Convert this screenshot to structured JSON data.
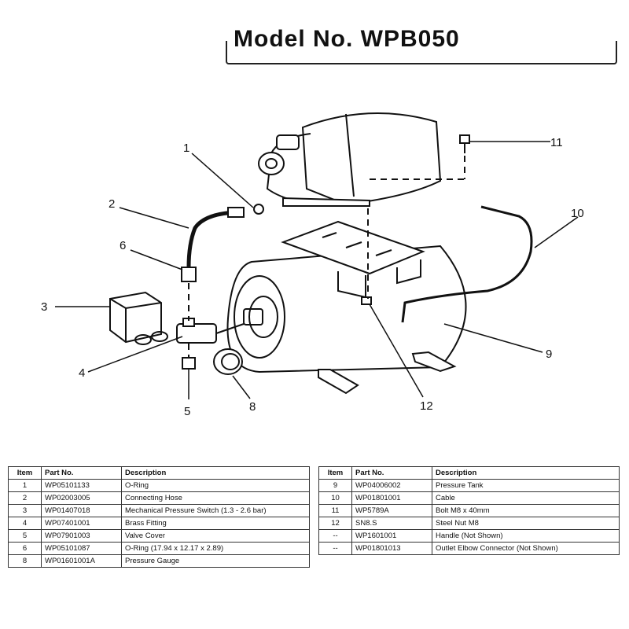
{
  "header": {
    "title": "Model No. WPB050"
  },
  "callouts": [
    "1",
    "2",
    "3",
    "4",
    "5",
    "6",
    "8",
    "9",
    "10",
    "11",
    "12"
  ],
  "table_headers": {
    "item": "Item",
    "part_no": "Part No.",
    "description": "Description"
  },
  "parts_left": [
    {
      "item": "1",
      "part_no": "WP05101133",
      "description": "O-Ring"
    },
    {
      "item": "2",
      "part_no": "WP02003005",
      "description": "Connecting Hose"
    },
    {
      "item": "3",
      "part_no": "WP01407018",
      "description": "Mechanical Pressure Switch (1.3 - 2.6 bar)"
    },
    {
      "item": "4",
      "part_no": "WP07401001",
      "description": "Brass Fitting"
    },
    {
      "item": "5",
      "part_no": "WP07901003",
      "description": "Valve Cover"
    },
    {
      "item": "6",
      "part_no": "WP05101087",
      "description": "O-Ring (17.94 x 12.17 x 2.89)"
    },
    {
      "item": "8",
      "part_no": "WP01601001A",
      "description": "Pressure Gauge"
    }
  ],
  "parts_right": [
    {
      "item": "9",
      "part_no": "WP04006002",
      "description": "Pressure Tank"
    },
    {
      "item": "10",
      "part_no": "WP01801001",
      "description": "Cable"
    },
    {
      "item": "11",
      "part_no": "WP5789A",
      "description": "Bolt M8 x 40mm"
    },
    {
      "item": "12",
      "part_no": "SN8.S",
      "description": "Steel Nut M8"
    },
    {
      "item": "--",
      "part_no": "WP1601001",
      "description": "Handle (Not Shown)"
    },
    {
      "item": "--",
      "part_no": "WP01801013",
      "description": "Outlet Elbow Connector (Not Shown)"
    }
  ]
}
